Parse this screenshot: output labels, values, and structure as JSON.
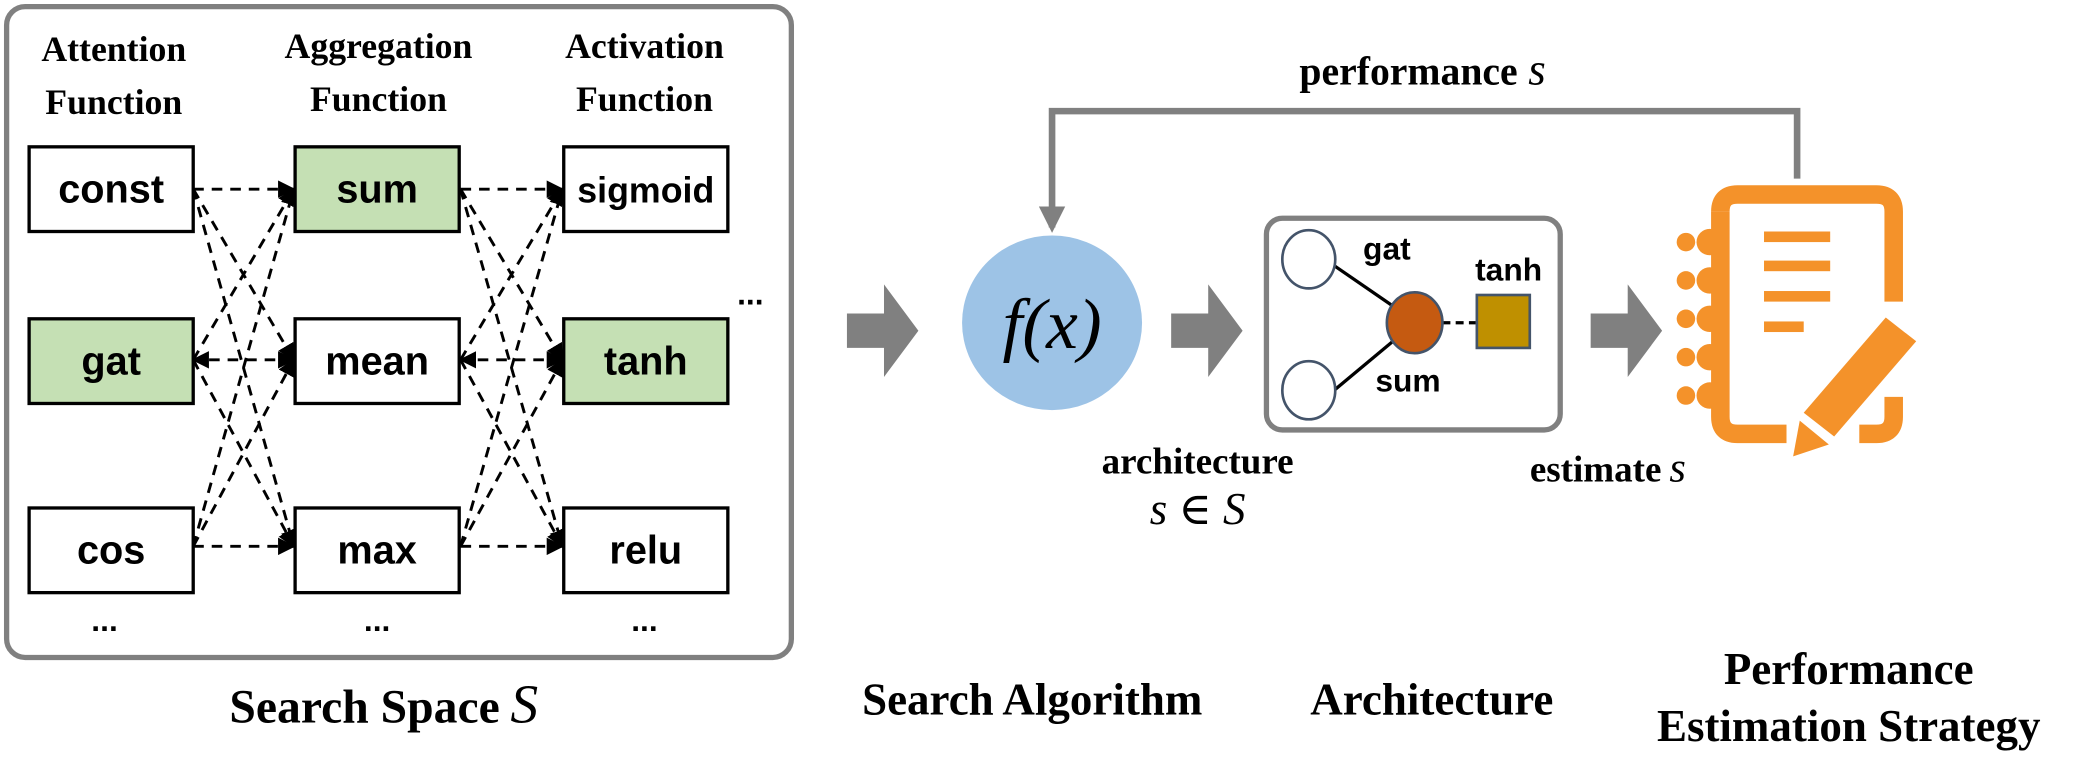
{
  "search_space": {
    "columns": [
      {
        "header_line1": "Attention",
        "header_line2": "Function",
        "options": [
          {
            "label": "const",
            "selected": false
          },
          {
            "label": "gat",
            "selected": true
          },
          {
            "label": "cos",
            "selected": false
          }
        ],
        "more": "..."
      },
      {
        "header_line1": "Aggregation",
        "header_line2": "Function",
        "options": [
          {
            "label": "sum",
            "selected": true
          },
          {
            "label": "mean",
            "selected": false
          },
          {
            "label": "max",
            "selected": false
          }
        ],
        "more": "..."
      },
      {
        "header_line1": "Activation",
        "header_line2": "Function",
        "options": [
          {
            "label": "sigmoid",
            "selected": false
          },
          {
            "label": "tanh",
            "selected": true
          },
          {
            "label": "relu",
            "selected": false
          }
        ],
        "more": "..."
      }
    ],
    "extra_columns": "...",
    "caption_text": "Search Space",
    "caption_symbol": "S"
  },
  "search_algorithm": {
    "formula": "f(x)",
    "caption": "Search Algorithm"
  },
  "architecture": {
    "node_labels": {
      "attention": "gat",
      "aggregation": "sum",
      "activation": "tanh"
    },
    "edge_label_line1": "architecture",
    "edge_label_line2": "s ∈ S",
    "caption": "Architecture"
  },
  "performance": {
    "feedback_label": "performance",
    "feedback_symbol": "s",
    "estimate_label": "estimate",
    "estimate_symbol": "s",
    "caption_line1": "Performance",
    "caption_line2": "Estimation Strategy"
  },
  "colors": {
    "selected_fill": "#c5e0b4",
    "algorithm_circle": "#9dc3e6",
    "arrow_gray": "#808080",
    "agg_node": "#c55a11",
    "act_node": "#bf9000",
    "node_border": "#44546a",
    "notebook_orange": "#f4922a"
  }
}
